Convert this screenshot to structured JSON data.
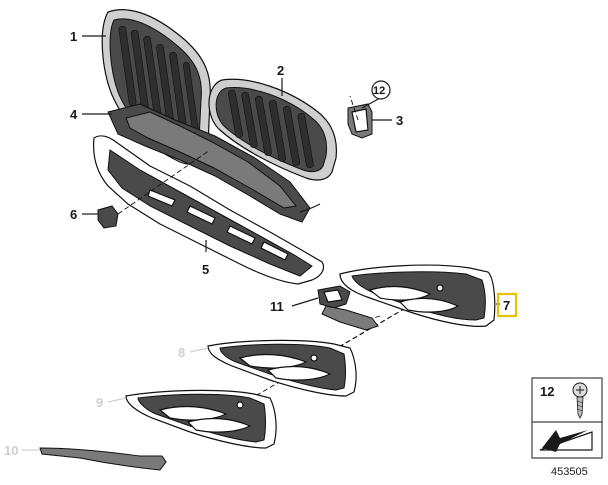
{
  "callouts": {
    "c1": "1",
    "c2": "2",
    "c3": "3",
    "c4": "4",
    "c5": "5",
    "c6": "6",
    "c7": "7",
    "c8": "8",
    "c9": "9",
    "c10": "10",
    "c11": "11",
    "c12": "12"
  },
  "legend": {
    "screw_number": "12"
  },
  "catalog_number": "453505",
  "colors": {
    "highlight": "#e6c200",
    "faded": "#cfcfcf",
    "ink": "#1a1a1a"
  }
}
